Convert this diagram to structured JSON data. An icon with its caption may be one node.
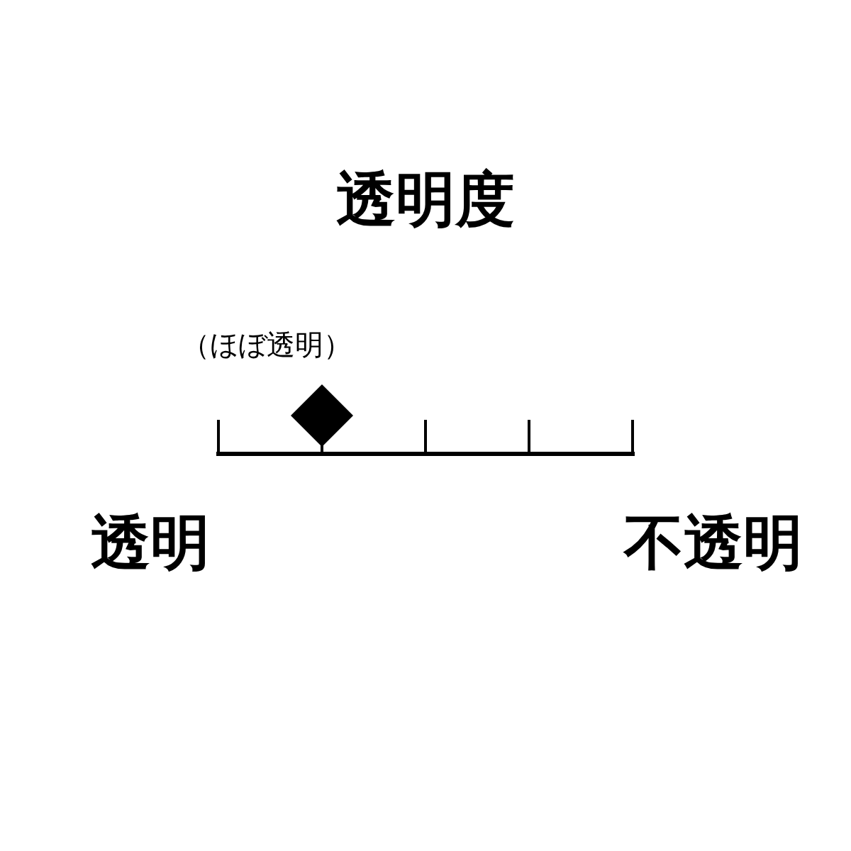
{
  "diagram": {
    "title": "透明度",
    "labels": [
      "（ほぼ透明）",
      "透明",
      "不透明"
    ]
  }
}
